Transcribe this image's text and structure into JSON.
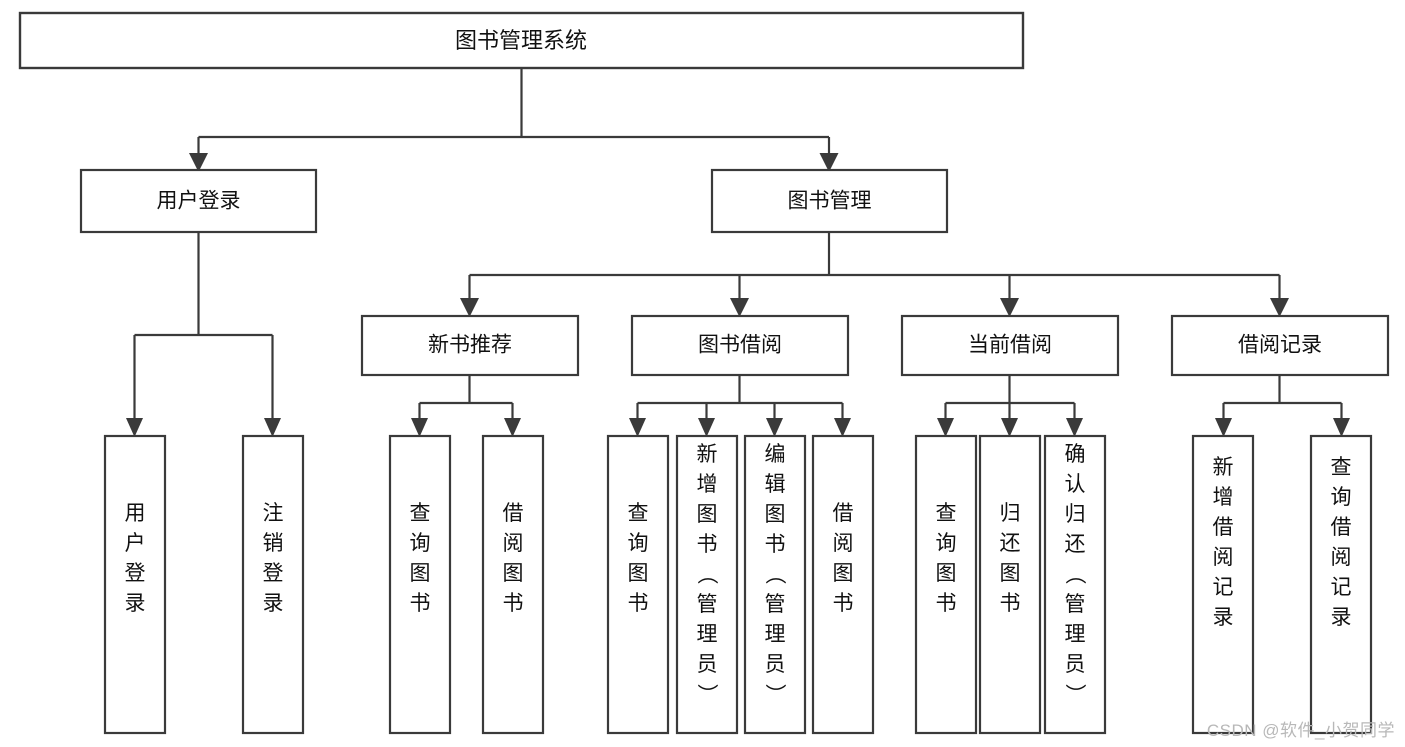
{
  "diagram": {
    "title": "图书管理系统",
    "watermark": "CSDN @软件_小贺同学",
    "type": "tree-hierarchy-chart",
    "colors": {
      "node_stroke": "#3a3a3a",
      "node_fill": "#ffffff",
      "text": "#111111",
      "watermark": "#b8b8b8",
      "background": "#ffffff"
    },
    "root": {
      "label": "图书管理系统"
    },
    "level1": [
      {
        "label": "用户登录"
      },
      {
        "label": "图书管理"
      }
    ],
    "level2": [
      {
        "label": "新书推荐"
      },
      {
        "label": "图书借阅"
      },
      {
        "label": "当前借阅"
      },
      {
        "label": "借阅记录"
      }
    ],
    "leaves": {
      "user_login": [
        {
          "label": "用户登录"
        },
        {
          "label": "注销登录"
        }
      ],
      "new_book_recommend": [
        {
          "label": "查询图书"
        },
        {
          "label": "借阅图书"
        }
      ],
      "book_borrow": [
        {
          "label": "查询图书"
        },
        {
          "label": "新增图书（管理员）"
        },
        {
          "label": "编辑图书（管理员）"
        },
        {
          "label": "借阅图书"
        }
      ],
      "current_borrow": [
        {
          "label": "查询图书"
        },
        {
          "label": "归还图书"
        },
        {
          "label": "确认归还（管理员）"
        }
      ],
      "borrow_records": [
        {
          "label": "新增借阅记录"
        },
        {
          "label": "查询借阅记录"
        }
      ]
    }
  }
}
